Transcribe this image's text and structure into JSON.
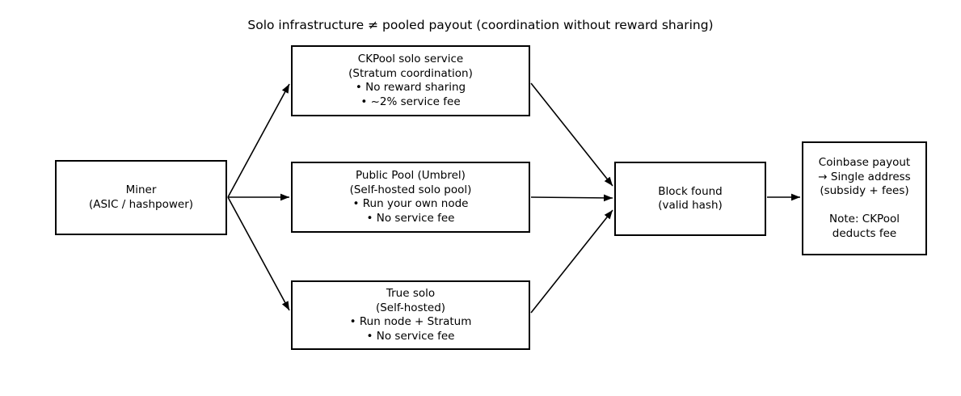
{
  "title": "Solo infrastructure ≠ pooled payout (coordination without reward sharing)",
  "nodes": {
    "miner": {
      "lines": [
        "Miner",
        "(ASIC / hashpower)"
      ]
    },
    "ckpool": {
      "lines": [
        "CKPool solo service",
        "(Stratum coordination)",
        "• No reward sharing",
        "• ~2% service fee"
      ]
    },
    "public_pool": {
      "lines": [
        "Public Pool (Umbrel)",
        "(Self-hosted solo pool)",
        "• Run your own node",
        "• No service fee"
      ]
    },
    "true_solo": {
      "lines": [
        "True solo",
        "(Self-hosted)",
        "• Run node + Stratum",
        "• No service fee"
      ]
    },
    "block_found": {
      "lines": [
        "Block found",
        "(valid hash)"
      ]
    },
    "coinbase": {
      "lines": [
        "Coinbase payout",
        "→ Single address",
        "(subsidy + fees)",
        "",
        "Note: CKPool",
        "deducts fee"
      ]
    }
  },
  "edges": [
    {
      "from": "miner",
      "to": "ckpool"
    },
    {
      "from": "miner",
      "to": "public_pool"
    },
    {
      "from": "miner",
      "to": "true_solo"
    },
    {
      "from": "ckpool",
      "to": "block_found"
    },
    {
      "from": "public_pool",
      "to": "block_found"
    },
    {
      "from": "true_solo",
      "to": "block_found"
    },
    {
      "from": "block_found",
      "to": "coinbase"
    }
  ],
  "colors": {
    "background": "#ffffff",
    "border": "#000000",
    "text": "#000000",
    "arrow": "#000000"
  }
}
